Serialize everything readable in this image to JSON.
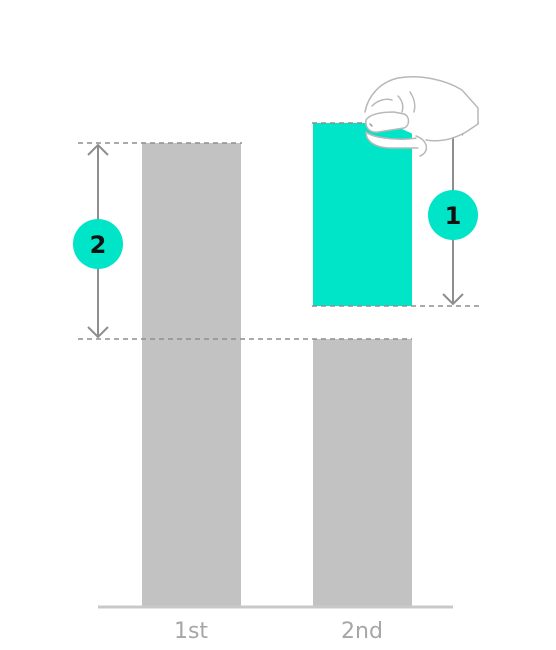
{
  "colors": {
    "bar": "#c2c2c2",
    "highlight": "#00e5c8",
    "guide": "#8e8e8e",
    "baseline": "#c8c8c8",
    "badge": "#00e5c8",
    "label": "#a6a6a6"
  },
  "bars": [
    {
      "label": "1st"
    },
    {
      "label": "2nd"
    }
  ],
  "badges": [
    {
      "label": "1"
    },
    {
      "label": "2"
    }
  ],
  "icons": {
    "hand": "hand-pinch-icon"
  }
}
